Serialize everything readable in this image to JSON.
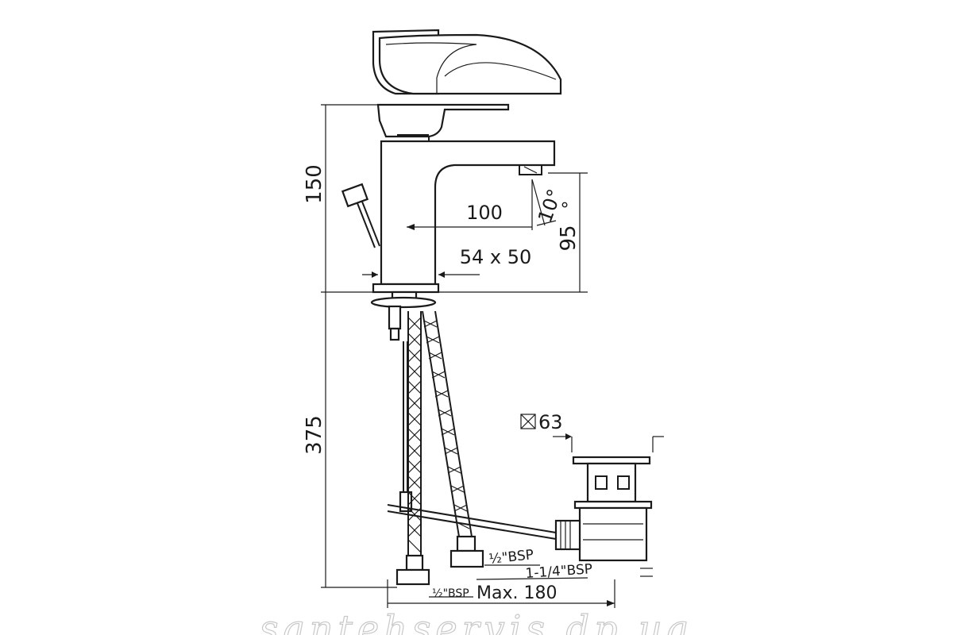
{
  "dimensions": {
    "height_top": "150",
    "height_bottom": "375",
    "reach": "100",
    "angle": "10°",
    "spout_height": "95",
    "spout_height_unit": "°",
    "base_size": "54 x 50",
    "waste_size": "63",
    "hose_thread_small": "½\"BSP",
    "hose_thread": "½\"BSP",
    "waste_thread": "1-1/4\"BSP",
    "max_distance": "Max. 180"
  },
  "watermark": "santehservis.dp.ua",
  "colors": {
    "line": "#1a1a1a",
    "watermark": "#c8c8c8"
  }
}
